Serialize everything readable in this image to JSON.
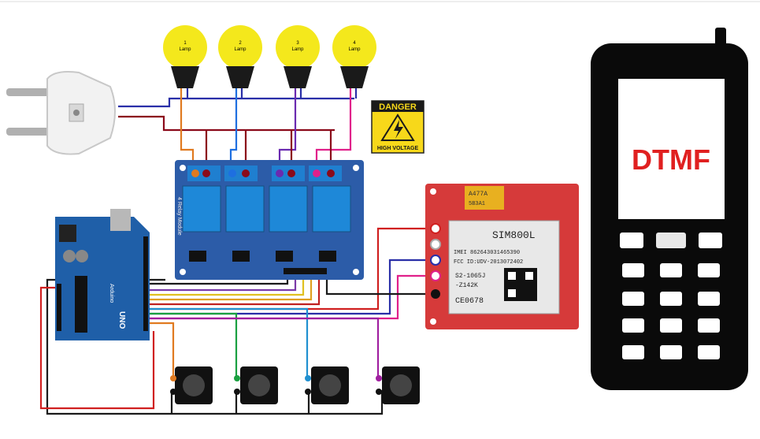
{
  "lamps": [
    {
      "number": "1",
      "label": "Lamp"
    },
    {
      "number": "2",
      "label": "Lamp"
    },
    {
      "number": "3",
      "label": "Lamp"
    },
    {
      "number": "4",
      "label": "Lamp"
    }
  ],
  "danger_sign": {
    "title": "DANGER",
    "subtitle": "HIGH VOLTAGE"
  },
  "relay_module": {
    "label": "4 Relay Module"
  },
  "arduino": {
    "brand": "Arduino",
    "model": "UNO"
  },
  "gsm_module": {
    "chip": "A477A",
    "chip_code": "5B3A1",
    "name": "SIM800L",
    "imei": "IMEI 862643031465390",
    "fcc": "FCC ID:UDV-2013072402",
    "code1": "S2-1065J",
    "code2": "-Z142K",
    "ce": "CE0678"
  },
  "phone": {
    "screen_text": "DTMF"
  },
  "colors": {
    "lamp": "#f4e81c",
    "relay_board": "#2c5ca8",
    "gsm_board": "#d63a3a",
    "arduino_board": "#1f5fa8",
    "phone": "#0a0a0a",
    "dtmf_text": "#e02020",
    "wire_red": "#8b0a1a",
    "wire_blue": "#2a2fa8"
  }
}
